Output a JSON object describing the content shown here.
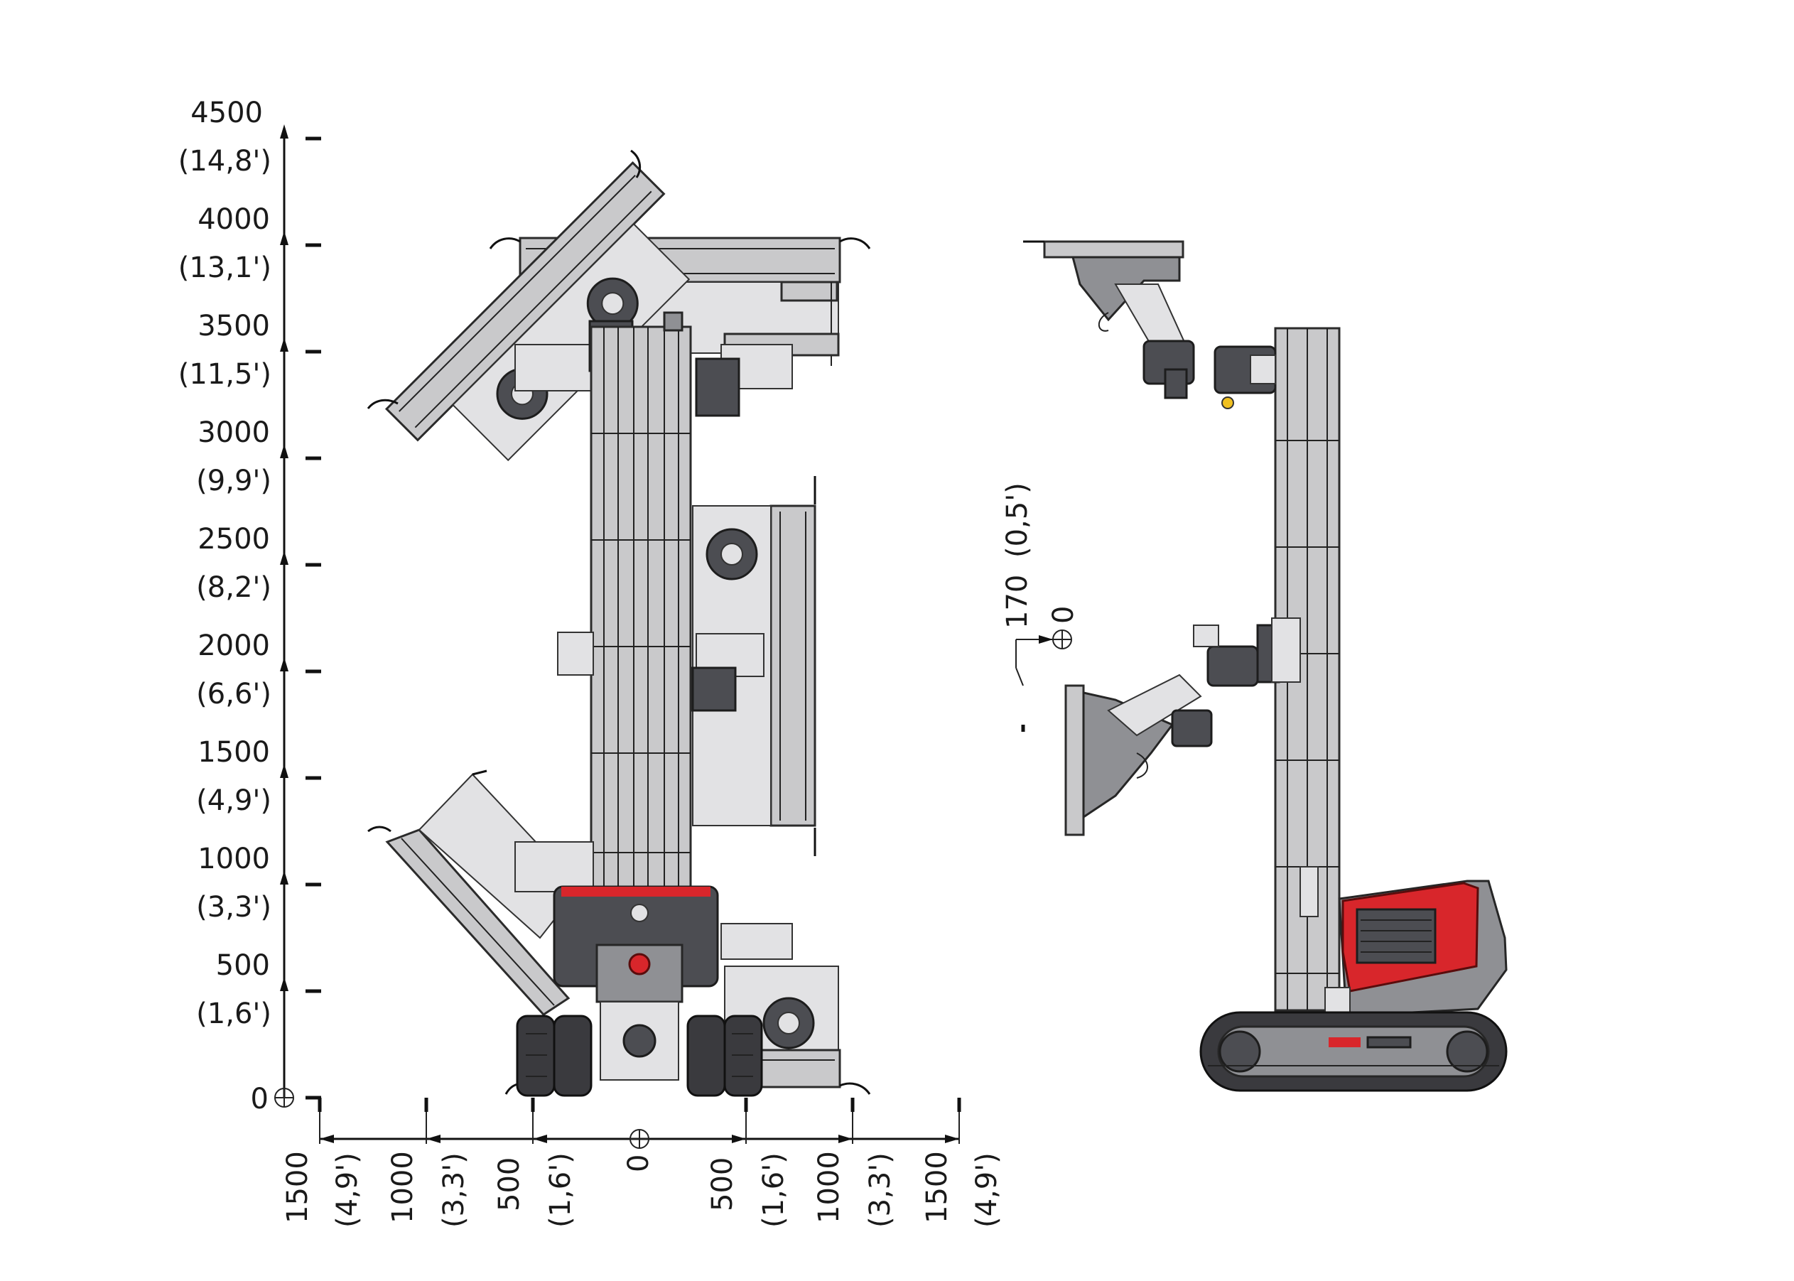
{
  "vertical_scale": {
    "ticks": [
      {
        "value": "0",
        "imperial": ""
      },
      {
        "value": "500",
        "imperial": "(1,6')"
      },
      {
        "value": "1000",
        "imperial": "(3,3')"
      },
      {
        "value": "1500",
        "imperial": "(4,9')"
      },
      {
        "value": "2000",
        "imperial": "(6,6')"
      },
      {
        "value": "2500",
        "imperial": "(8,2')"
      },
      {
        "value": "3000",
        "imperial": "(9,9')"
      },
      {
        "value": "3500",
        "imperial": "(11,5')"
      },
      {
        "value": "4000",
        "imperial": "(13,1')"
      },
      {
        "value": "4500",
        "imperial": "(14,8')"
      }
    ]
  },
  "horizontal_scale": {
    "ticks": [
      {
        "value": "1500",
        "imperial": "(4,9')"
      },
      {
        "value": "1000",
        "imperial": "(3,3')"
      },
      {
        "value": "500",
        "imperial": "(1,6')"
      },
      {
        "value": "0",
        "imperial": ""
      },
      {
        "value": "500",
        "imperial": "(1,6')"
      },
      {
        "value": "1000",
        "imperial": "(3,3')"
      },
      {
        "value": "1500",
        "imperial": "(4,9')"
      }
    ]
  },
  "side_view": {
    "offset_value": "170",
    "offset_imperial": "(0,5')",
    "reference_label": "0"
  },
  "colors": {
    "machine_red": "#d8262b",
    "frame_grey": "#c9c9cb",
    "dark_grey": "#4c4d52"
  }
}
